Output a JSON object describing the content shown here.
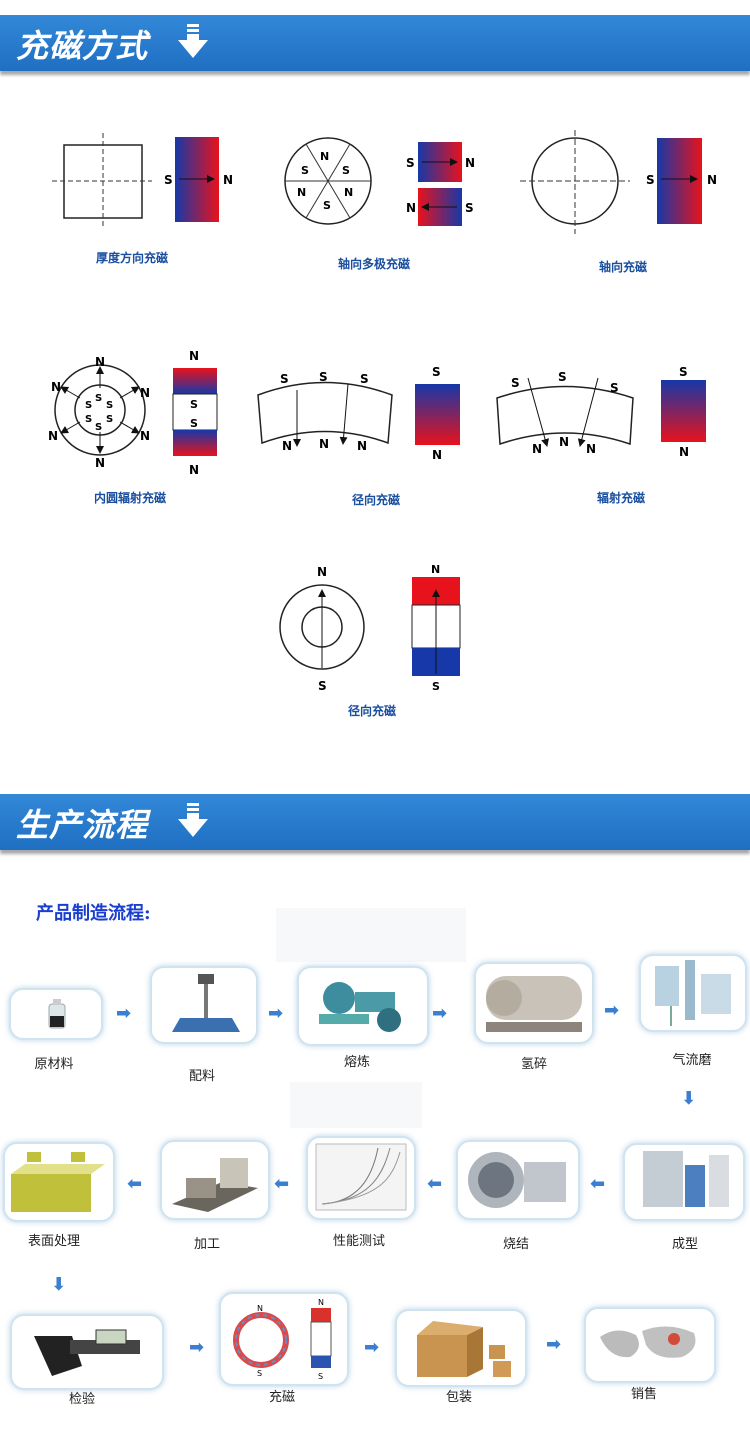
{
  "sections": [
    {
      "title": "充磁方式"
    },
    {
      "title": "生产流程"
    }
  ],
  "captions": [
    "厚度方向充磁",
    "轴向多极充磁",
    "轴向充磁",
    "内圆辐射充磁",
    "径向充磁",
    "辐射充磁",
    "径向充磁"
  ],
  "pole_labels": {
    "north": "N",
    "south": "S"
  },
  "process": {
    "subtitle": "产品制造流程:",
    "steps": [
      "原材料",
      "配料",
      "熔炼",
      "氢碎",
      "气流磨",
      "成型",
      "烧结",
      "性能测试",
      "加工",
      "表面处理",
      "检验",
      "充磁",
      "包装",
      "销售"
    ]
  },
  "colors": {
    "banner": "#2b7fd2",
    "north_red": "#e8121c",
    "south_blue": "#1638a8",
    "caption": "#1a4fa0"
  },
  "icons": [
    "down-arrow-icon",
    "flow-arrow-icon"
  ]
}
